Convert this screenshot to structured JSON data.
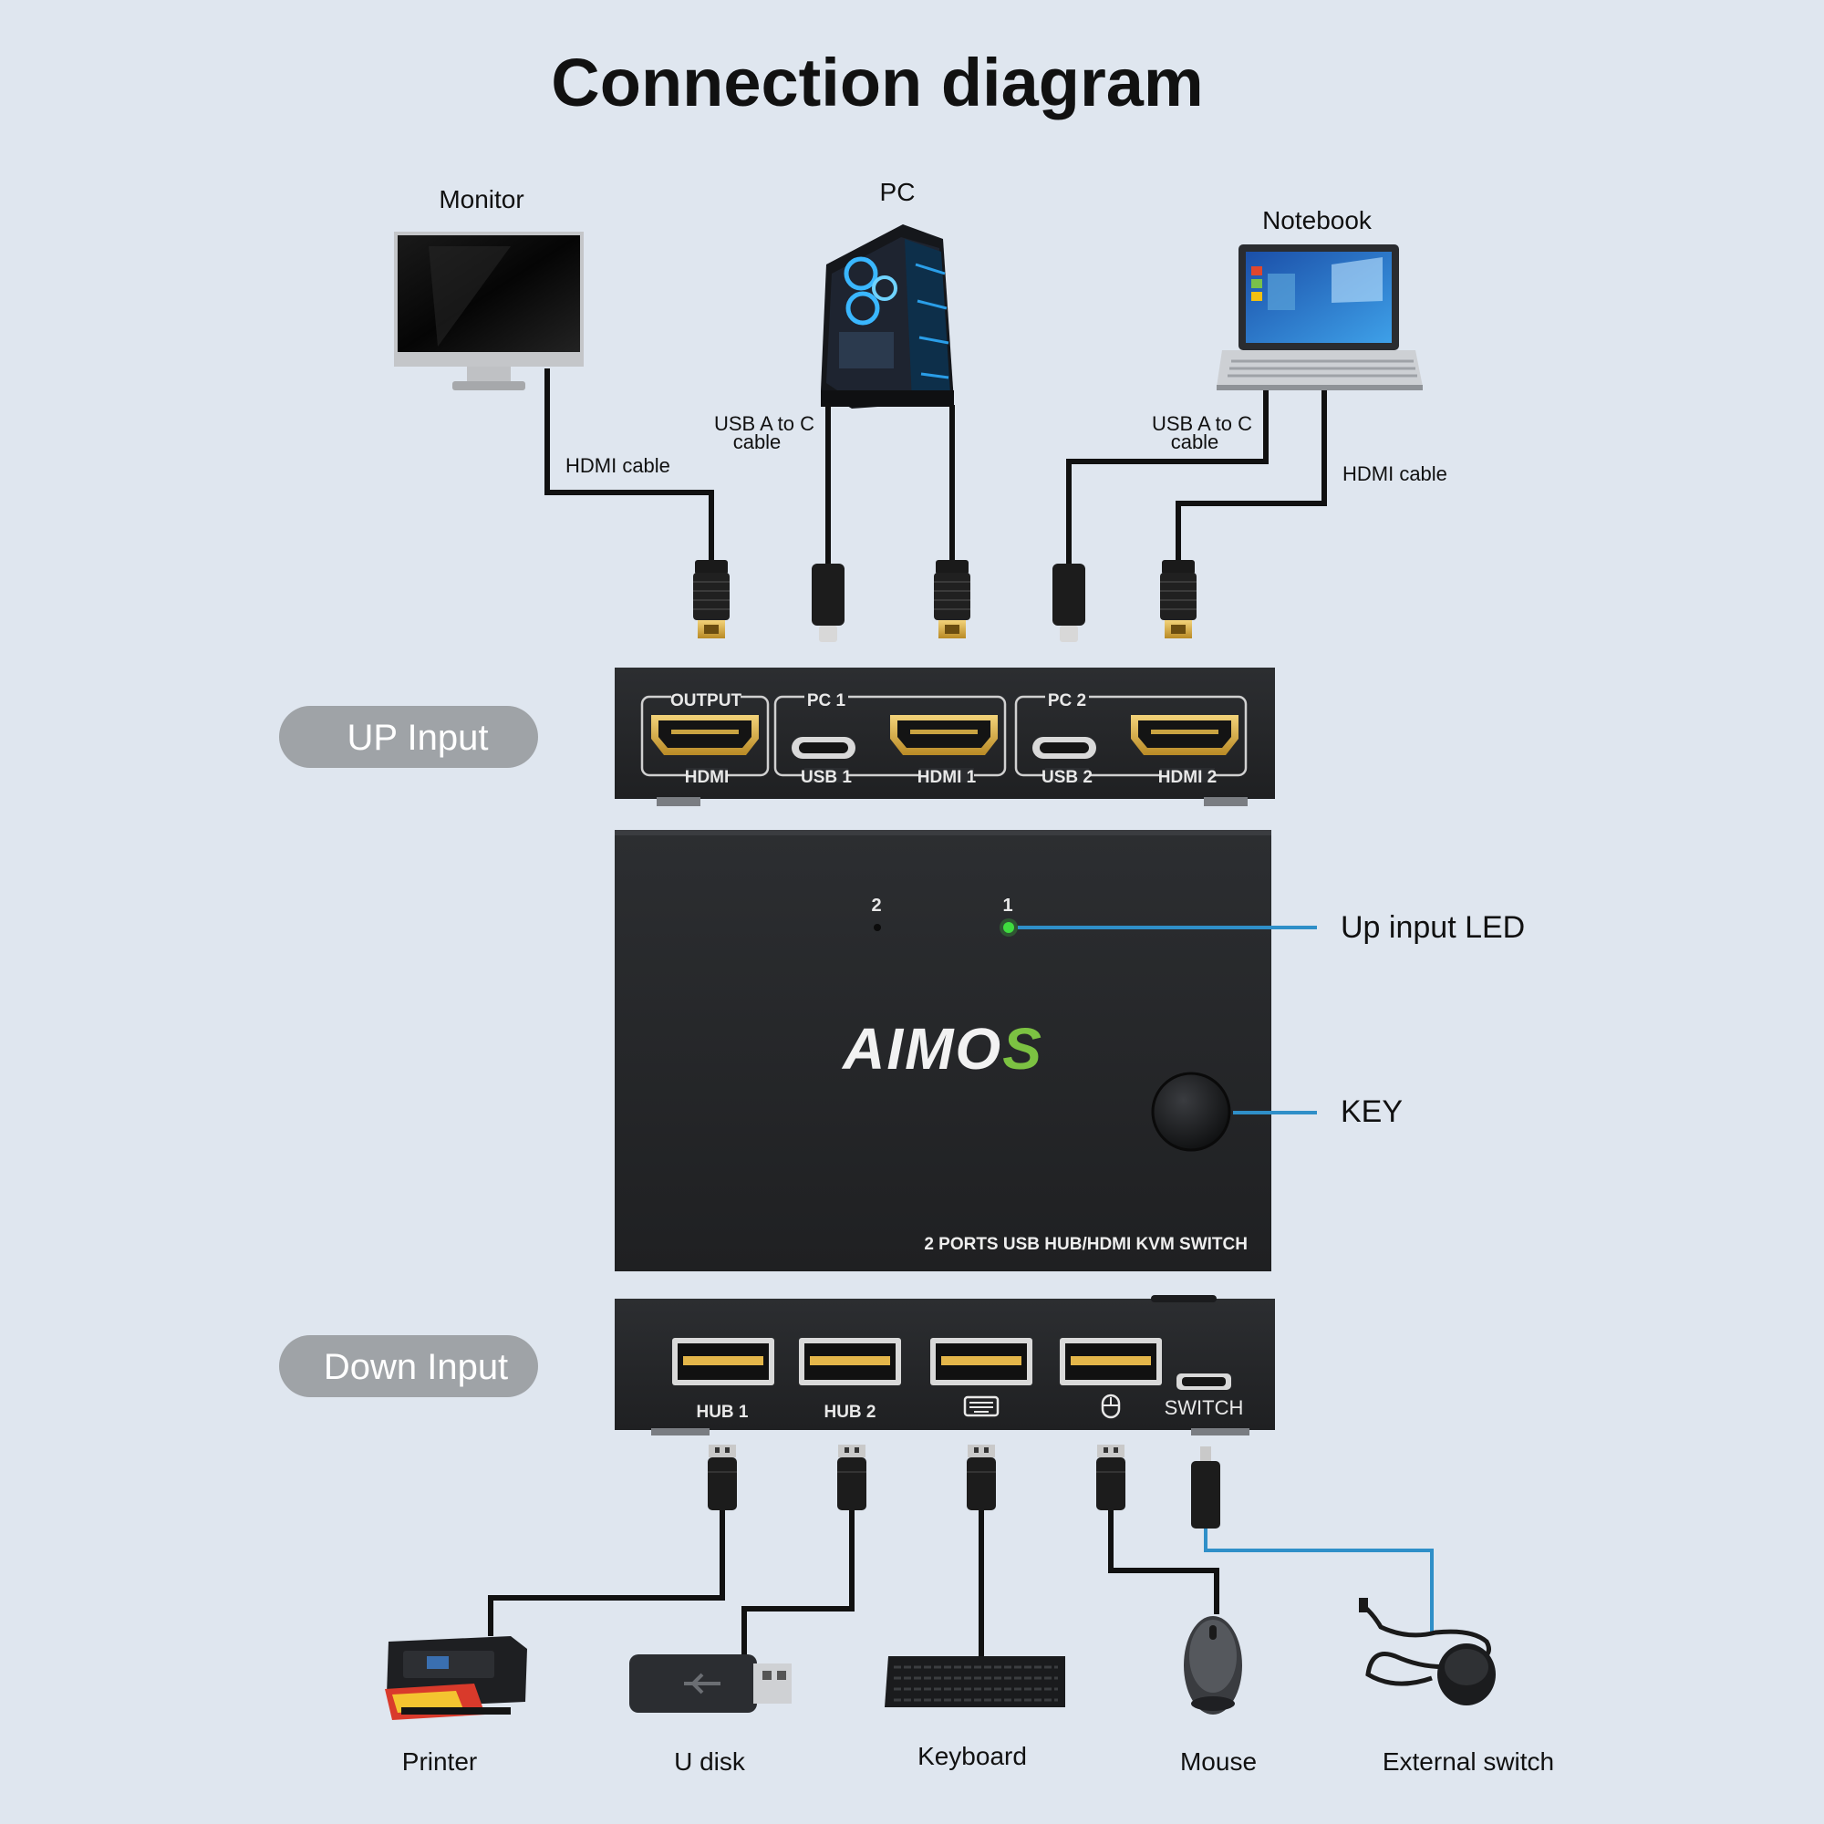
{
  "title": "Connection diagram",
  "devices_top": {
    "monitor": "Monitor",
    "pc": "PC",
    "notebook": "Notebook"
  },
  "cables": {
    "hdmi_left": "HDMI cable",
    "usb_pc_line1": "USB A to C",
    "usb_pc_line2": "cable",
    "usb_nb_line1": "USB A to C",
    "usb_nb_line2": "cable",
    "hdmi_right": "HDMI cable"
  },
  "sections": {
    "up": "UP Input",
    "down": "Down Input"
  },
  "up_panel": {
    "output_group": "OUTPUT",
    "output_port": "HDMI",
    "pc1_group": "PC 1",
    "pc1_usb": "USB 1",
    "pc1_hdmi": "HDMI 1",
    "pc2_group": "PC 2",
    "pc2_usb": "USB 2",
    "pc2_hdmi": "HDMI 2"
  },
  "switch_box": {
    "led2": "2",
    "led1": "1",
    "brand": "AIMOS",
    "caption": "2 PORTS USB HUB/HDMI KVM SWITCH"
  },
  "callouts": {
    "led": "Up input LED",
    "key": "KEY"
  },
  "down_panel": {
    "hub1": "HUB 1",
    "hub2": "HUB 2",
    "switch_port": "SWITCH"
  },
  "devices_bottom": {
    "printer": "Printer",
    "udisk": "U disk",
    "keyboard": "Keyboard",
    "mouse": "Mouse",
    "external_switch": "External switch"
  },
  "colors": {
    "background": "#dfe6ef",
    "device_body": "#27292c",
    "led_active": "#3fdc3f",
    "callout_line": "#2f8fc8",
    "brand_green": "#7cc242",
    "pill": "#9fa3a7"
  },
  "icons": [
    "monitor-icon",
    "pc-tower-icon",
    "laptop-icon",
    "hdmi-plug-icon",
    "usb-c-plug-icon",
    "usb-a-plug-icon",
    "micro-usb-plug-icon",
    "keyboard-port-icon",
    "mouse-port-icon",
    "printer-icon",
    "usb-flash-drive-icon",
    "keyboard-icon",
    "mouse-icon",
    "external-switch-icon"
  ]
}
